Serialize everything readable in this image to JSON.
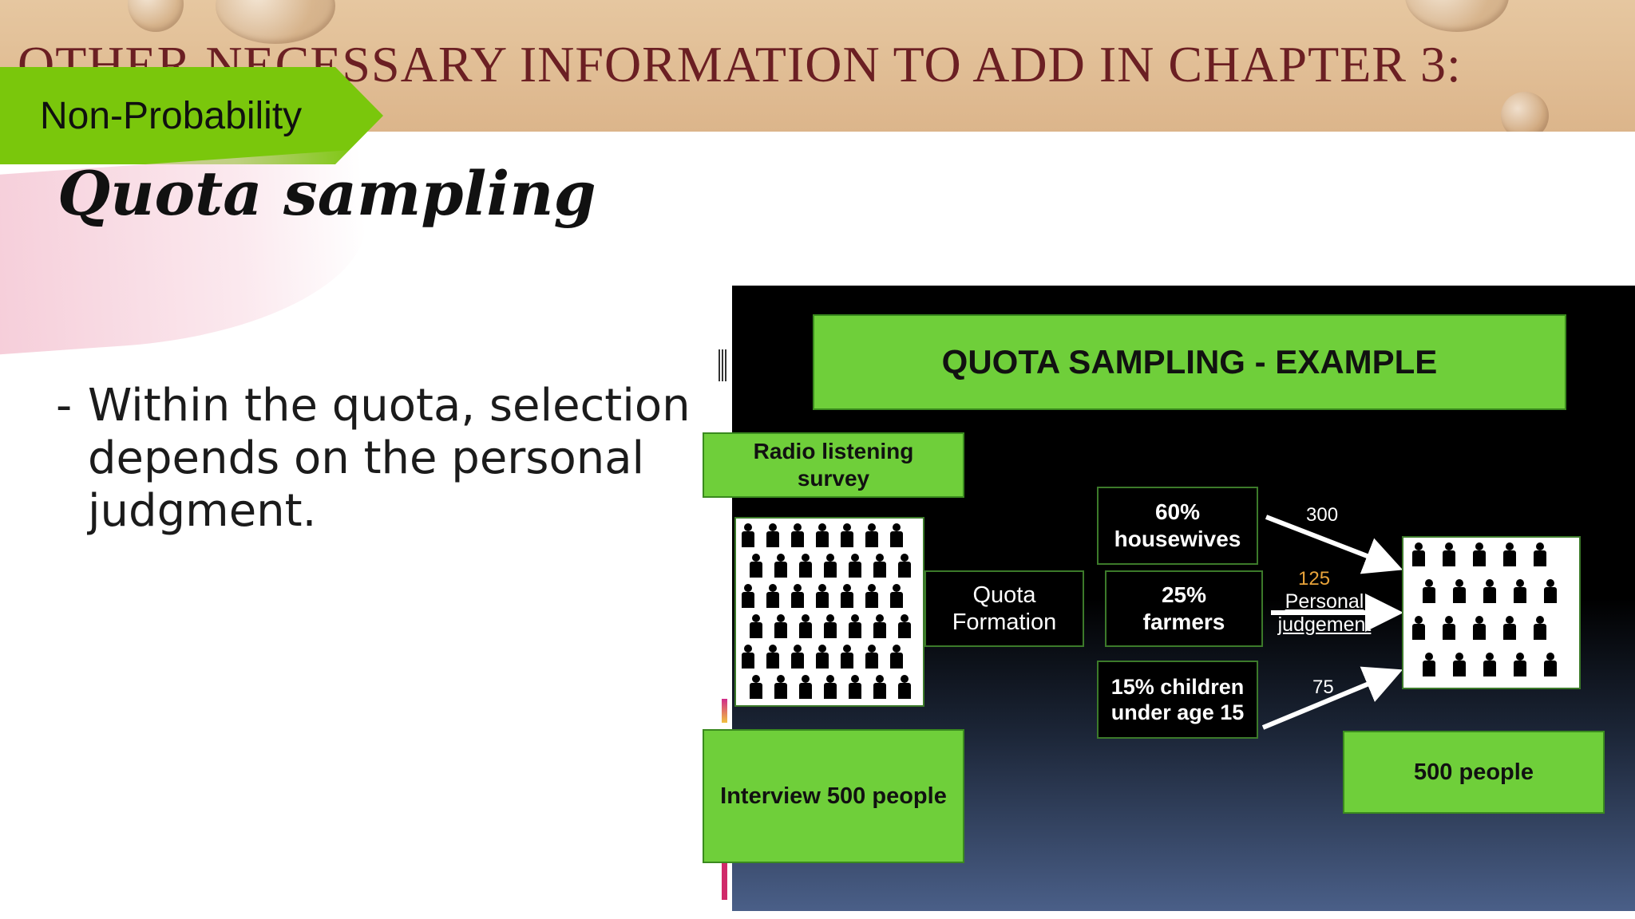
{
  "header": {
    "chapter_title": "OTHER NECESSARY INFORMATION TO ADD IN CHAPTER 3:",
    "tag_label": "Non-Probability"
  },
  "slide": {
    "title": "Quota sampling",
    "bullet_dash": "-",
    "bullet_text": "Within the quota, selection depends on the personal judgment."
  },
  "figure": {
    "heading": "QUOTA SAMPLING - EXAMPLE",
    "survey_label": "Radio listening survey",
    "interview_label": "Interview 500 people",
    "quota_formation_label": "Quota Formation",
    "quotas": [
      {
        "label": "60% housewives",
        "count": "300"
      },
      {
        "label": "25% farmers",
        "count": "125"
      },
      {
        "label": "15% children under age 15",
        "count": "75"
      }
    ],
    "judgement_label": "Personal judgement",
    "result_label": "500 people"
  },
  "colors": {
    "banner": "#dcb58b",
    "title_text": "#6b1f23",
    "tag_green": "#7ac70c",
    "box_green": "#6fcf3a",
    "count_125": "#e8a33a"
  }
}
